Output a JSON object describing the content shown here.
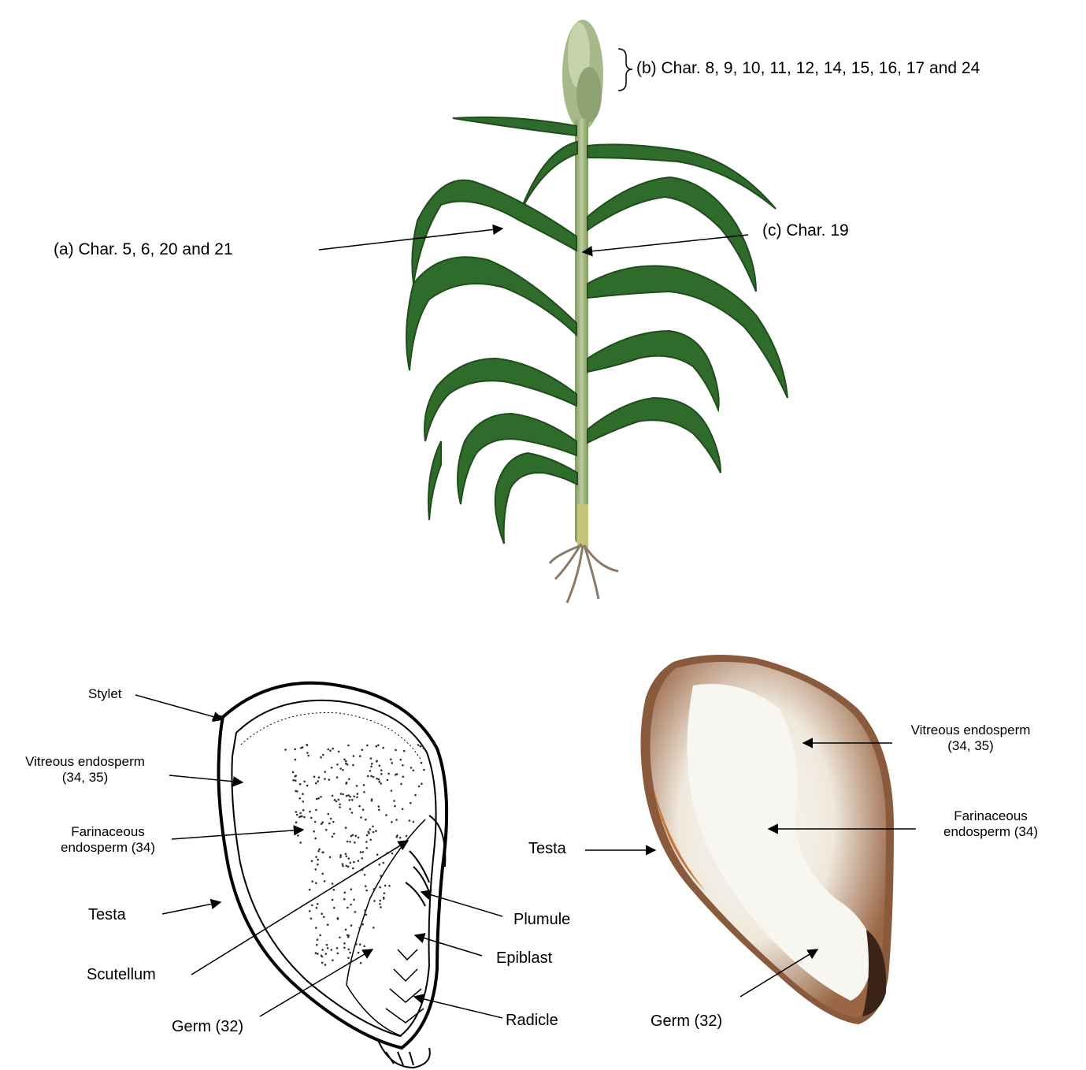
{
  "plant": {
    "label_a": "(a)  Char. 5, 6, 20 and 21",
    "label_b": "(b) Char. 8, 9, 10, 11, 12, 14, 15, 16, 17 and 24",
    "label_c": "(c) Char. 19"
  },
  "drawing": {
    "stylet": "Stylet",
    "vitreous_line1": "Vitreous endosperm",
    "vitreous_line2": "(34, 35)",
    "farinaceous_line1": "Farinaceous",
    "farinaceous_line2": "endosperm (34)",
    "testa": "Testa",
    "scutellum": "Scutellum",
    "germ": "Germ (32)",
    "plumule": "Plumule",
    "epiblast": "Epiblast",
    "radicle": "Radicle"
  },
  "photo": {
    "vitreous_line1": "Vitreous endosperm",
    "vitreous_line2": "(34, 35)",
    "farinaceous_line1": "Farinaceous",
    "farinaceous_line2": "endosperm (34)",
    "testa": "Testa",
    "germ": "Germ (32)"
  },
  "colors": {
    "leaf": "#2f6b2a",
    "leaf_dark": "#1f4d1c",
    "stem": "#9bb07a",
    "seed_brown": "#8a5a3c",
    "seed_white": "#f4f1ea"
  }
}
